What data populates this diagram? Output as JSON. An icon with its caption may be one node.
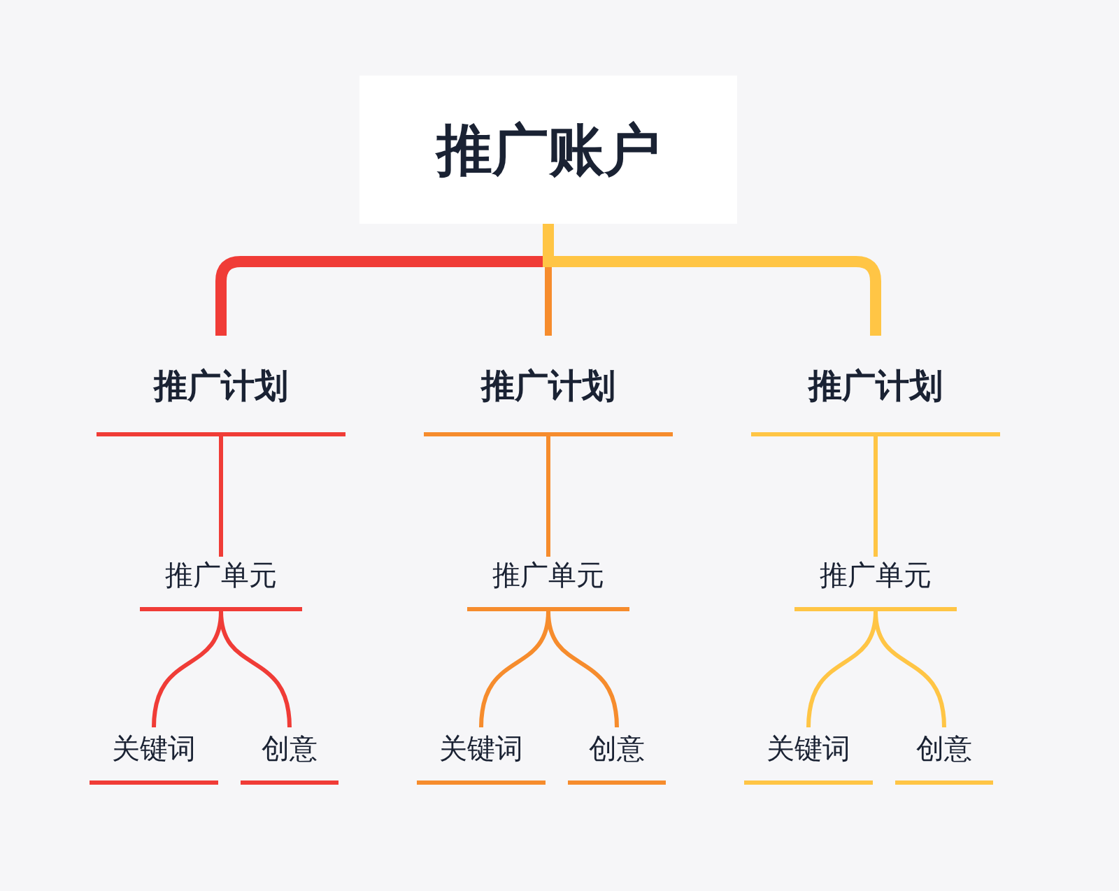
{
  "diagram": {
    "nodes": [
      {
        "text": [
          "推广账户"
        ]
      },
      {
        "text": [
          "推广计划"
        ]
      },
      {
        "text": [
          "推广计划"
        ]
      },
      {
        "text": [
          "推广计划"
        ]
      },
      {
        "text": [
          "推广单元"
        ]
      },
      {
        "text": [
          "推广单元"
        ]
      },
      {
        "text": [
          "推广单元"
        ]
      },
      {
        "text": [
          "关键词"
        ]
      },
      {
        "text": [
          "创意"
        ]
      },
      {
        "text": [
          "关键词"
        ]
      },
      {
        "text": [
          "创意"
        ]
      },
      {
        "text": [
          "关键词"
        ]
      },
      {
        "text": [
          "创意"
        ]
      }
    ],
    "edges": [
      {
        "from": 0,
        "to": 2,
        "arrow": "none",
        "color": "#f68c2d"
      },
      {
        "from": 0,
        "to": 1,
        "arrow": "none",
        "style": "thick",
        "color": "#f03c37"
      },
      {
        "from": 0,
        "to": 3,
        "arrow": "none",
        "style": "thick",
        "color": "#ffc545"
      },
      {
        "from": 1,
        "to": 4,
        "arrow": "none",
        "color": "#f03c37"
      },
      {
        "from": 2,
        "to": 5,
        "arrow": "none",
        "color": "#f68c2d"
      },
      {
        "from": 3,
        "to": 6,
        "arrow": "none",
        "color": "#ffc545"
      },
      {
        "from": 4,
        "to": 7,
        "arrow": "none",
        "color": "#f03c37"
      },
      {
        "from": 4,
        "to": 8,
        "arrow": "none",
        "color": "#f03c37"
      },
      {
        "from": 5,
        "to": 9,
        "arrow": "none",
        "color": "#f68c2d"
      },
      {
        "from": 5,
        "to": 10,
        "arrow": "none",
        "color": "#f68c2d"
      },
      {
        "from": 6,
        "to": 11,
        "arrow": "none",
        "color": "#ffc545"
      },
      {
        "from": 6,
        "to": 12,
        "arrow": "none",
        "color": "#ffc545"
      }
    ]
  }
}
